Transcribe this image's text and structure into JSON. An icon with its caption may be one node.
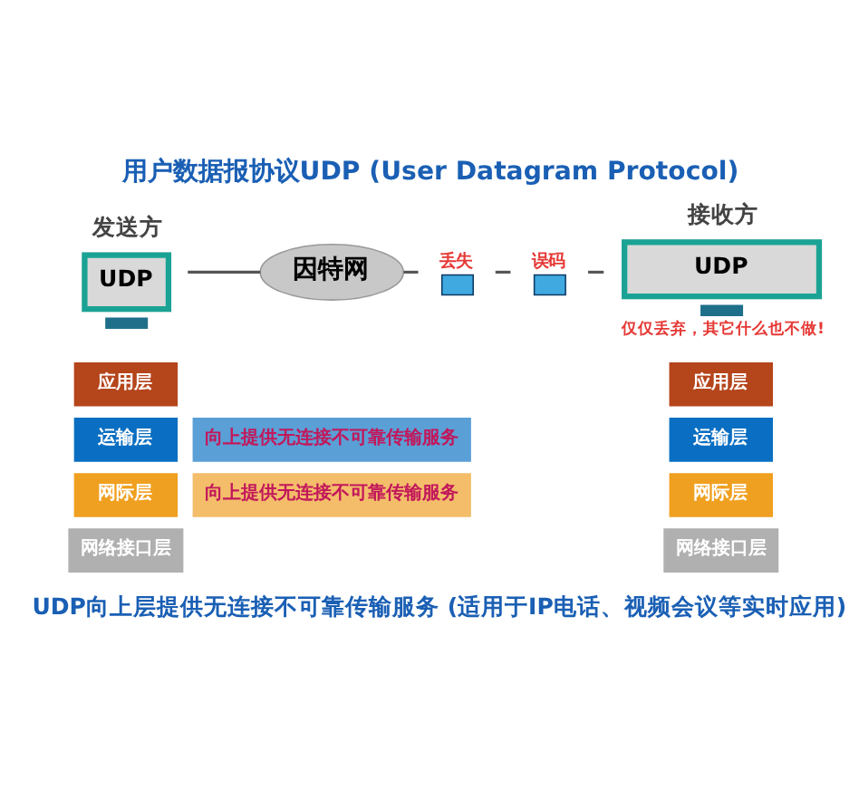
{
  "diagram": {
    "title": "用户数据报协议UDP (User Datagram Protocol)",
    "caption": "UDP向上层提供无连接不可靠传输服务 (适用于IP电话、视频会议等实时应用)",
    "nodes": [
      {
        "text": [
          "UDP"
        ],
        "beside": [
          "发送方"
        ]
      },
      {
        "text": [
          "因特网"
        ]
      },
      {
        "text": [],
        "shape": "envelope",
        "beside": [
          "丢失"
        ]
      },
      {
        "text": [],
        "shape": "envelope",
        "beside": [
          "误码"
        ]
      },
      {
        "text": [
          "UDP"
        ],
        "beside": [
          "接收方",
          "仅仅丢弃，其它什么也不做!"
        ]
      },
      {
        "text": [
          "应用层"
        ]
      },
      {
        "text": [
          "运输层"
        ]
      },
      {
        "text": [
          "网际层"
        ]
      },
      {
        "text": [
          "网络接口层"
        ]
      },
      {
        "text": [
          "向上提供无连接不可靠传输服务"
        ]
      },
      {
        "text": [
          "向上提供无连接不可靠传输服务"
        ]
      },
      {
        "text": [
          "应用层"
        ]
      },
      {
        "text": [
          "运输层"
        ]
      },
      {
        "text": [
          "网际层"
        ]
      },
      {
        "text": [
          "网络接口层"
        ]
      }
    ],
    "edges": [
      {
        "from": 0,
        "to": 1,
        "arrow": "none"
      },
      {
        "from": 1,
        "to": 2,
        "arrow": "none"
      },
      {
        "from": 2,
        "to": 3,
        "arrow": "none"
      },
      {
        "from": 3,
        "to": 4,
        "arrow": "none"
      }
    ]
  }
}
